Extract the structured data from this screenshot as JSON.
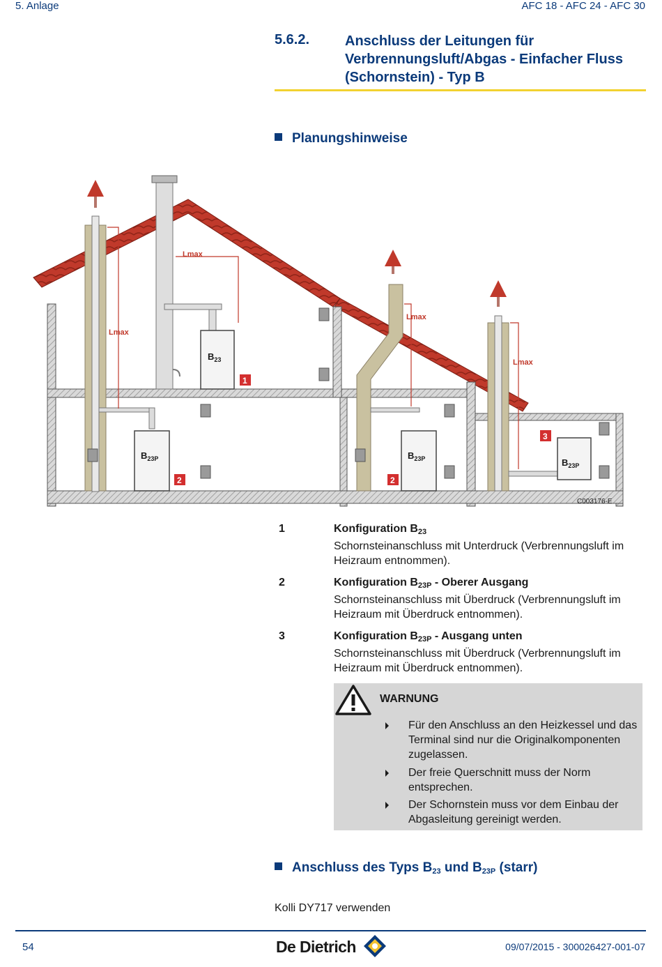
{
  "header": {
    "left": "5.  Anlage",
    "right": "AFC 18 - AFC 24 - AFC 30"
  },
  "section": {
    "number": "5.6.2.",
    "title_lines": [
      "Anschluss der Leitungen für",
      "Verbrennungsluft/Abgas - Einfacher Fluss",
      "(Schornstein) - Typ B"
    ]
  },
  "subheadings": {
    "planning": "Planungshinweise",
    "connection_pre": "Anschluss des Typs B",
    "connection_sub1": "23",
    "connection_mid": " und B",
    "connection_sub2": "23P",
    "connection_post": " (starr)"
  },
  "diagram": {
    "code": "C003176-E",
    "lmax_label": "Lmax",
    "boiler_b23_main": "B",
    "boiler_b23_sub": "23",
    "boiler_b23p_main": "B",
    "boiler_b23p_sub": "23P",
    "callout_1": "1",
    "callout_2": "2",
    "callout_3": "3",
    "colors": {
      "roof": "#c0392b",
      "wall": "#d8d8d8",
      "hatch": "#7a7a7a",
      "chimney": "#c9c1a0",
      "air_arrow": "#4aa3e0",
      "flue_arrow": "#b5756a",
      "callout": "#d32f2f",
      "lmax": "#c0392b"
    }
  },
  "items": [
    {
      "num": "1",
      "title_pre": "Konfiguration B",
      "title_sub": "23",
      "title_post": "",
      "desc": "Schornsteinanschluss mit Unterdruck (Verbrennungsluft im Heizraum entnommen)."
    },
    {
      "num": "2",
      "title_pre": "Konfiguration B",
      "title_sub": "23P",
      "title_post": " - Oberer Ausgang",
      "desc": "Schornsteinanschluss mit Überdruck (Verbrennungsluft im Heizraum mit Überdruck entnommen)."
    },
    {
      "num": "3",
      "title_pre": "Konfiguration B",
      "title_sub": "23P",
      "title_post": " - Ausgang unten",
      "desc": "Schornsteinanschluss mit Überdruck (Verbrennungsluft im Heizraum mit Überdruck entnommen)."
    }
  ],
  "warning": {
    "title": "WARNUNG",
    "icon": "warning-triangle-icon",
    "items": [
      "Für den Anschluss an den Heizkessel und das Terminal sind nur die Originalkomponenten zugelassen.",
      "Der freie Querschnitt muss der Norm entsprechen.",
      "Der Schornstein muss vor dem Einbau der Abgasleitung gereinigt werden."
    ]
  },
  "body_text": "Kolli DY717 verwenden",
  "footer": {
    "page": "54",
    "brand": "De Dietrich",
    "doc": "09/07/2015 - 300026427-001-07"
  }
}
